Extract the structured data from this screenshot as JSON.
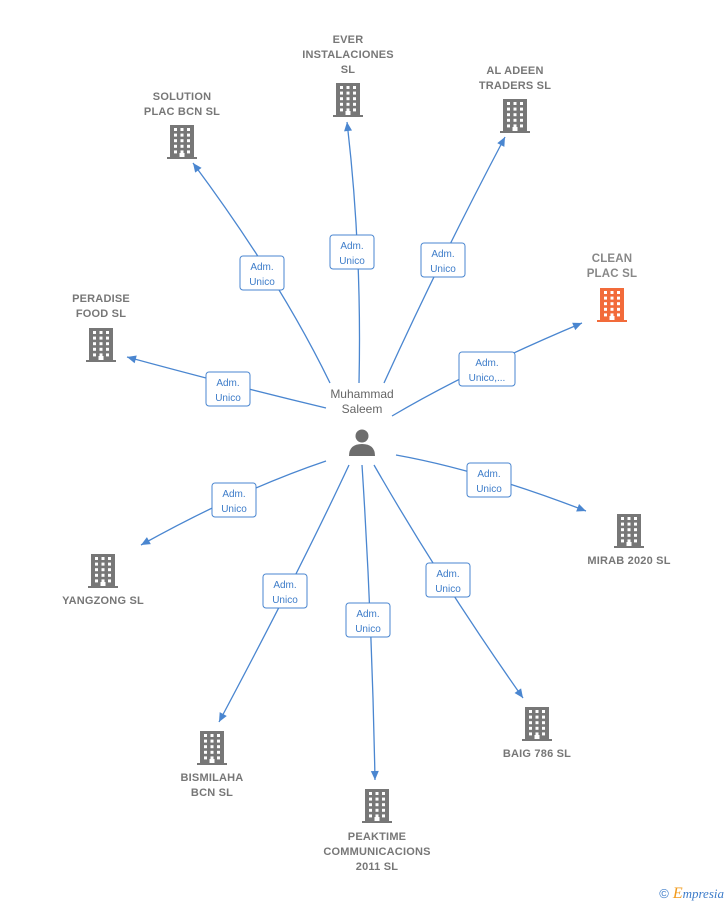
{
  "center": {
    "name_lines": [
      "Muhammad",
      "Saleem"
    ]
  },
  "companies": [
    {
      "id": "ever",
      "lines": [
        "EVER",
        "INSTALACIONES",
        "SL"
      ],
      "role_lines": [
        "Adm.",
        "Unico"
      ],
      "highlight": false
    },
    {
      "id": "aladeen",
      "lines": [
        "AL ADEEN",
        "TRADERS  SL"
      ],
      "role_lines": [
        "Adm.",
        "Unico"
      ],
      "highlight": false
    },
    {
      "id": "solution",
      "lines": [
        "SOLUTION",
        "PLAC BCN  SL"
      ],
      "role_lines": [
        "Adm.",
        "Unico"
      ],
      "highlight": false
    },
    {
      "id": "clean",
      "lines": [
        "CLEAN",
        "PLAC  SL"
      ],
      "role_lines": [
        "Adm.",
        "Unico,..."
      ],
      "highlight": true
    },
    {
      "id": "peradise",
      "lines": [
        "PERADISE",
        "FOOD  SL"
      ],
      "role_lines": [
        "Adm.",
        "Unico"
      ],
      "highlight": false
    },
    {
      "id": "mirab",
      "lines": [
        "MIRAB 2020  SL"
      ],
      "role_lines": [
        "Adm.",
        "Unico"
      ],
      "highlight": false
    },
    {
      "id": "yangzong",
      "lines": [
        "YANGZONG  SL"
      ],
      "role_lines": [
        "Adm.",
        "Unico"
      ],
      "highlight": false
    },
    {
      "id": "baig",
      "lines": [
        "BAIG 786 SL"
      ],
      "role_lines": [
        "Adm.",
        "Unico"
      ],
      "highlight": false
    },
    {
      "id": "bismilaha",
      "lines": [
        "BISMILAHA",
        "BCN  SL"
      ],
      "role_lines": [
        "Adm.",
        "Unico"
      ],
      "highlight": false
    },
    {
      "id": "peaktime",
      "lines": [
        "PEAKTIME",
        "COMMUNICACIONS",
        "2011 SL"
      ],
      "role_lines": [
        "Adm.",
        "Unico"
      ],
      "highlight": false
    }
  ],
  "footer": {
    "copyright_symbol": "©",
    "brand_initial": "E",
    "brand_rest": "mpresia"
  },
  "colors": {
    "edge": "#4a86d0",
    "building": "#777777",
    "building_highlight": "#f26b3a"
  }
}
